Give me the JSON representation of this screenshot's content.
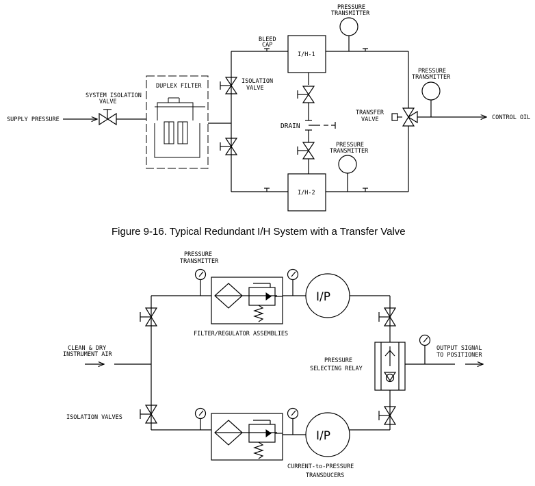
{
  "top": {
    "supply_pressure": "SUPPLY PRESSURE",
    "system_isolation_valve": [
      "SYSTEM ISOLATION",
      "VALVE"
    ],
    "duplex_filter": "DUPLEX FILTER",
    "bleed_cap": [
      "BLEED",
      "CAP"
    ],
    "isolation_valve": [
      "ISOLATION",
      "VALVE"
    ],
    "ih1": "I/H-1",
    "ih2": "I/H-2",
    "drain": "DRAIN",
    "pressure_transmitter_top": [
      "PRESSURE",
      "TRANSMITTER"
    ],
    "pressure_transmitter_mid": [
      "PRESSURE",
      "TRANSMITTER"
    ],
    "pressure_transmitter_right": [
      "PRESSURE",
      "TRANSMITTER"
    ],
    "transfer_valve": [
      "TRANSFER",
      "VALVE"
    ],
    "control_oil": "CONTROL OIL"
  },
  "caption": "Figure 9-16. Typical Redundant I/H System with a Transfer Valve",
  "bottom": {
    "pressure_transmitter": [
      "PRESSURE",
      "TRANSMITTER"
    ],
    "filter_regulator": "FILTER/REGULATOR ASSEMBLIES",
    "clean_dry_air": [
      "CLEAN & DRY",
      "INSTRUMENT AIR"
    ],
    "isolation_valves": "ISOLATION VALVES",
    "pressure_selecting_relay": [
      "PRESSURE",
      "SELECTING RELAY"
    ],
    "output_signal": [
      "OUTPUT SIGNAL",
      "TO POSITIONER"
    ],
    "transducers": [
      "CURRENT-to-PRESSURE",
      "TRANSDUCERS"
    ],
    "ip_upper": "I/P",
    "ip_lower": "I/P"
  }
}
